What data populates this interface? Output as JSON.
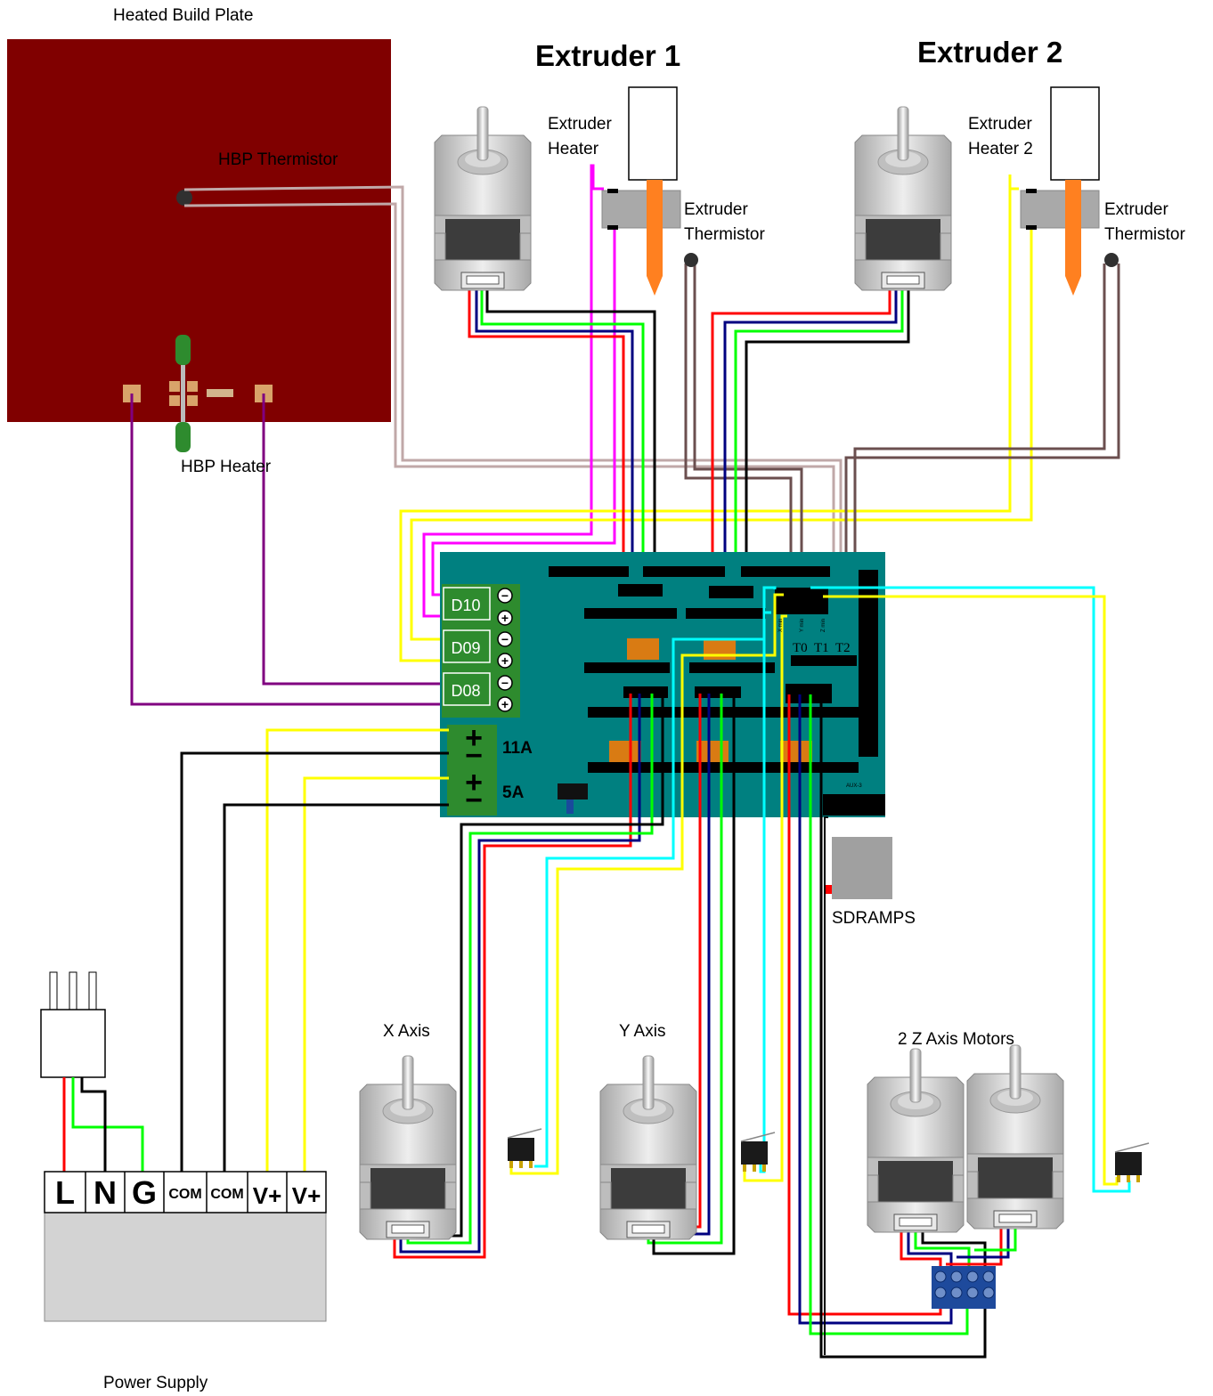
{
  "labels": {
    "heated_build_plate": "Heated Build Plate",
    "hbp_thermistor": "HBP Thermistor",
    "hbp_heater": "HBP Heater",
    "extruder1_title": "Extruder 1",
    "extruder2_title": "Extruder 2",
    "extruder_heater_1": "Extruder",
    "extruder_heater_2": "Heater",
    "extruder_heater2_1": "Extruder",
    "extruder_heater2_2": "Heater 2",
    "extruder_thermistor_1": "Extruder",
    "extruder_thermistor_2": "Thermistor",
    "extruder2_thermistor_1": "Extruder",
    "extruder2_thermistor_2": "Thermistor",
    "sdramps": "SDRAMPS",
    "x_axis": "X Axis",
    "y_axis": "Y Axis",
    "z_axis": "2 Z Axis Motors",
    "power_supply": "Power Supply"
  },
  "board": {
    "d10": "D10",
    "d09": "D09",
    "d08": "D08",
    "amp_11": "11A",
    "amp_5": "5A",
    "t0": "T0",
    "t1": "T1",
    "t2": "T2",
    "aux3": "AUX-3",
    "xmin": "X min",
    "ymin": "Y min",
    "zmin": "Z min"
  },
  "power_supply_terminals": [
    "L",
    "N",
    "G",
    "COM",
    "COM",
    "V+",
    "V+"
  ],
  "colors": {
    "hbp": "#800000",
    "board": "#008080",
    "red": "#ff0000",
    "black": "#000000",
    "blue": "#000080",
    "green": "#00ff00",
    "magenta": "#ff00ff",
    "yellow": "#ffff00",
    "cyan": "#00ffff",
    "thermistor_wire": "#c0a8a8",
    "extruder_thermistor_wire": "#6b4f4f",
    "purple": "#800080",
    "nozzle": "#ff8020"
  }
}
